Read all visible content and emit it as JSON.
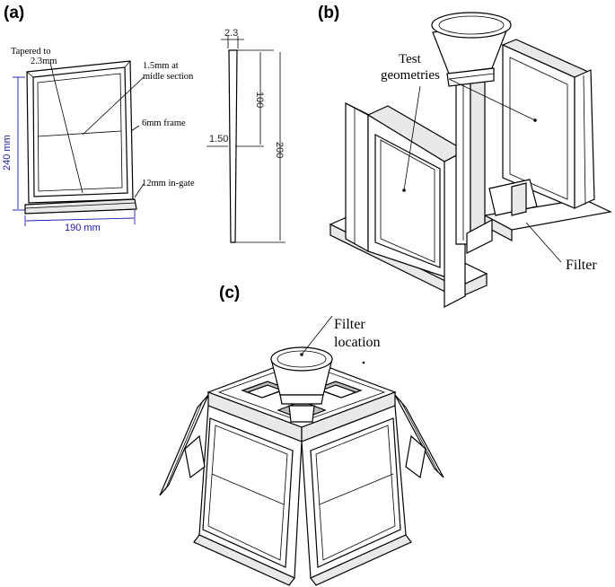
{
  "panels": {
    "a": {
      "label": "(a)",
      "annotations": {
        "tapered": [
          "Tapered to",
          "2.3mm"
        ],
        "midsection": [
          "1.5mm at",
          "midle section"
        ],
        "frame": "6mm frame",
        "ingate": "12mm in-gate"
      },
      "dimensions": {
        "height": "240 mm",
        "width": "190 mm"
      },
      "section_dims": {
        "top": "2.3",
        "upper": "100",
        "mid": "1.50",
        "overall": "200"
      }
    },
    "b": {
      "label": "(b)",
      "annotations": {
        "test_geometries": [
          "Test",
          "geometries"
        ],
        "filter": "Filter"
      }
    },
    "c": {
      "label": "(c)",
      "annotations": {
        "filter_location": [
          "Filter",
          "location"
        ]
      }
    }
  }
}
